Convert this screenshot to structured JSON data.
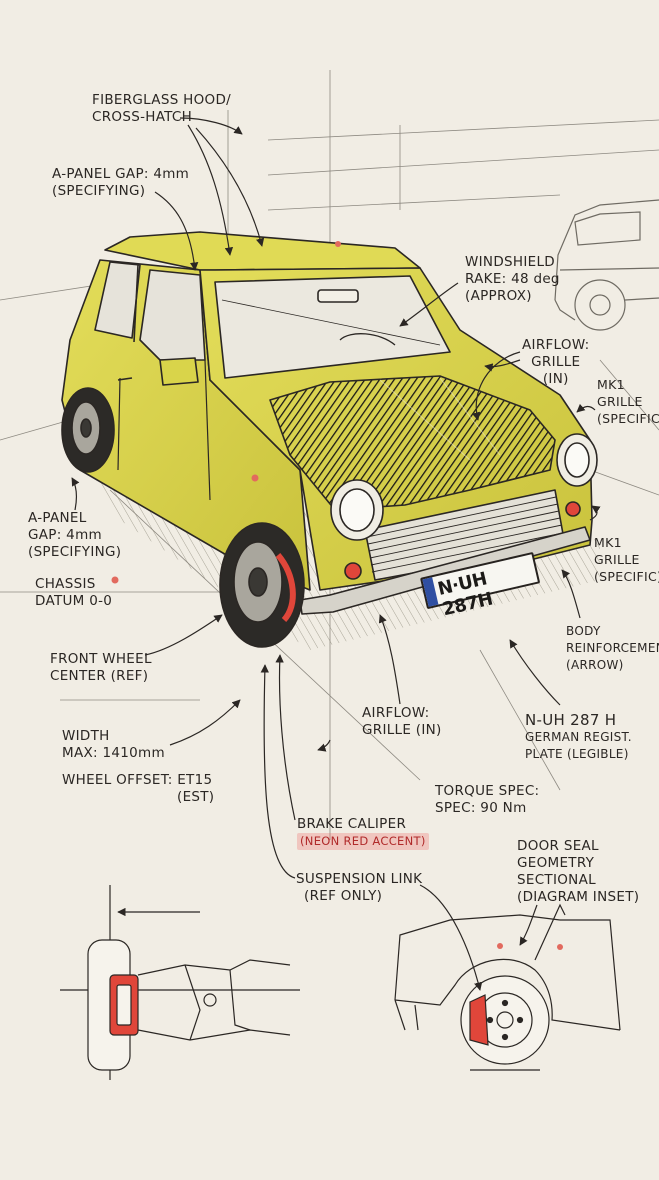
{
  "labels": {
    "fiberglass_hood": [
      "FIBERGLASS HOOD/",
      "CROSS-HATCH"
    ],
    "a_panel_gap_top": [
      "A-PANEL GAP: 4mm",
      "(SPECIFYING)"
    ],
    "windshield_rake": [
      "WINDSHIELD",
      "RAKE: 48 deg",
      "(APPROX)"
    ],
    "airflow_grille_top": [
      "AIRFLOW:",
      "GRILLE",
      "(IN)"
    ],
    "mk1_grille_top": [
      "MK1",
      "GRILLE",
      "(SPECIFIC)"
    ],
    "a_panel_gap_left": [
      "A-PANEL",
      "GAP: 4mm",
      "(SPECIFYING)"
    ],
    "chassis_datum": [
      "CHASSIS",
      "DATUM 0-0"
    ],
    "mk1_grille_right": [
      "MK1",
      "GRILLE",
      "(SPECIFIC)"
    ],
    "body_reinforcement": [
      "BODY",
      "REINFORCEMENT",
      "(ARROW)"
    ],
    "front_wheel_center": [
      "FRONT WHEEL",
      "CENTER (REF)"
    ],
    "airflow_grille_bottom": [
      "AIRFLOW:",
      "GRILLE (IN)"
    ],
    "plate_callout": [
      "N-UH 287 H",
      "GERMAN REGIST.",
      "PLATE (LEGIBLE)"
    ],
    "width_max": [
      "WIDTH",
      "MAX: 1410mm"
    ],
    "wheel_offset": [
      "WHEEL OFFSET: ET15",
      "(EST)"
    ],
    "torque_spec": [
      "TORQUE SPEC:",
      "SPEC: 90 Nm"
    ],
    "brake_caliper": [
      "BRAKE CALIPER",
      "(NEON RED ACCENT)"
    ],
    "door_seal": [
      "DOOR SEAL",
      "GEOMETRY",
      "SECTIONAL",
      "(DIAGRAM INSET)"
    ],
    "suspension_link": [
      "SUSPENSION LINK",
      "(REF ONLY)"
    ]
  },
  "plate": "N·UH 287H",
  "colors": {
    "paper": "#f1ede4",
    "ink": "#2b2724",
    "body_yellow": "#d9d44a",
    "hood_black": "#1e1d1b",
    "accent_red": "#e0463a",
    "plate_blue": "#2f4fa2"
  }
}
